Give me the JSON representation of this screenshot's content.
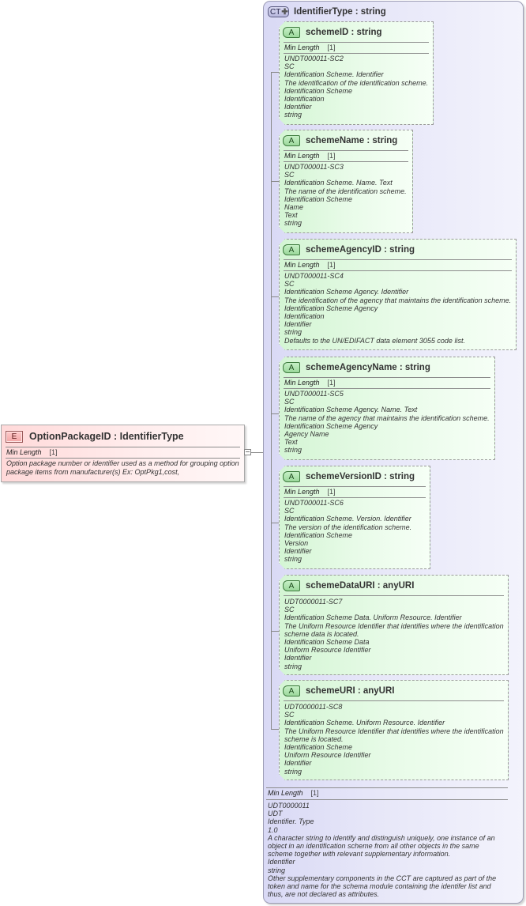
{
  "element": {
    "badge": "E",
    "title": "OptionPackageID : IdentifierType",
    "facet_label": "Min Length",
    "facet_value": "[1]",
    "documentation": "Option package number or identifier used as a method for grouping option package items from manufacturer(s) Ex: OptPkg1,cost,"
  },
  "complex_type": {
    "badge": "CT",
    "badge_icon": "plus-icon",
    "title": "IdentifierType : string",
    "facet_label": "Min Length",
    "facet_value": "[1]",
    "documentation": [
      "UDT0000011",
      "UDT",
      "Identifier. Type",
      "1.0",
      "A character string to identify and distinguish uniquely, one instance of an object in an identification scheme from all other objects in the same scheme together with relevant supplementary information.",
      "Identifier",
      "string",
      "Other supplementary components in the CCT are captured as part of the token and name for the schema module containing the identifer list and thus, are not declared as attributes."
    ]
  },
  "attributes": [
    {
      "badge": "A",
      "title": "schemeID : string",
      "facet_label": "Min Length",
      "facet_value": "[1]",
      "documentation": [
        "UNDT000011-SC2",
        "SC",
        "Identification Scheme. Identifier",
        "The identification of the identification scheme.",
        "Identification Scheme",
        "Identification",
        "Identifier",
        "string"
      ]
    },
    {
      "badge": "A",
      "title": "schemeName : string",
      "facet_label": "Min Length",
      "facet_value": "[1]",
      "documentation": [
        "UNDT000011-SC3",
        "SC",
        "Identification Scheme. Name. Text",
        "The name of the identification scheme.",
        "Identification Scheme",
        "Name",
        "Text",
        "string"
      ]
    },
    {
      "badge": "A",
      "title": "schemeAgencyID : string",
      "facet_label": "Min Length",
      "facet_value": "[1]",
      "documentation": [
        "UNDT000011-SC4",
        "SC",
        "Identification Scheme Agency. Identifier",
        "The identification of the agency that maintains the identification scheme.",
        "Identification Scheme Agency",
        "Identification",
        "Identifier",
        "string",
        "Defaults to the UN/EDIFACT data element 3055 code list."
      ]
    },
    {
      "badge": "A",
      "title": "schemeAgencyName : string",
      "facet_label": "Min Length",
      "facet_value": "[1]",
      "documentation": [
        "UNDT000011-SC5",
        "SC",
        "Identification Scheme Agency. Name. Text",
        "The name of the agency that maintains the identification scheme.",
        "Identification Scheme Agency",
        "Agency Name",
        "Text",
        "string"
      ]
    },
    {
      "badge": "A",
      "title": "schemeVersionID : string",
      "facet_label": "Min Length",
      "facet_value": "[1]",
      "documentation": [
        "UNDT000011-SC6",
        "SC",
        "Identification Scheme. Version. Identifier",
        "The version of the identification scheme.",
        "Identification Scheme",
        "Version",
        "Identifier",
        "string"
      ]
    },
    {
      "badge": "A",
      "title": "schemeDataURI : anyURI",
      "documentation": [
        "UDT0000011-SC7",
        "SC",
        "Identification Scheme Data. Uniform Resource. Identifier",
        "The Uniform Resource Identifier that identifies where the identification scheme data is located.",
        "Identification Scheme Data",
        "Uniform Resource Identifier",
        "Identifier",
        "string"
      ]
    },
    {
      "badge": "A",
      "title": "schemeURI : anyURI",
      "documentation": [
        "UDT0000011-SC8",
        "SC",
        "Identification Scheme. Uniform Resource. Identifier",
        "The Uniform Resource Identifier that identifies where the identification scheme is located.",
        "Identification Scheme",
        "Uniform Resource Identifier",
        "Identifier",
        "string"
      ]
    }
  ],
  "colors": {
    "element_fill": "#ffe0e0",
    "complex_type_fill": "#e2e2f7",
    "attribute_fill": "#e2f9e2",
    "border": "#9a9a9a"
  }
}
